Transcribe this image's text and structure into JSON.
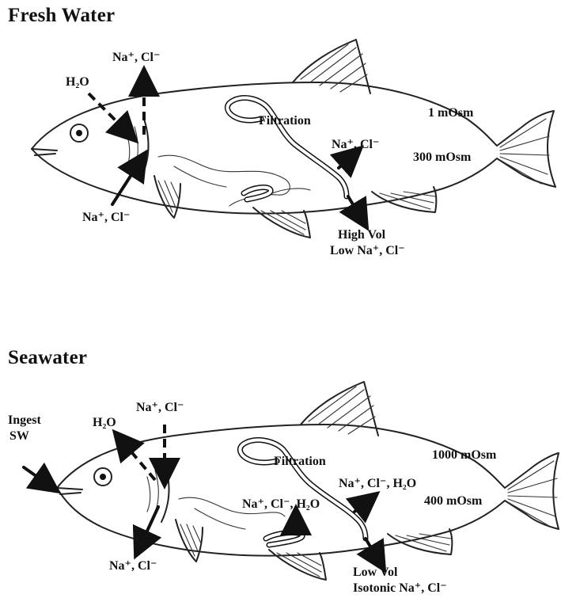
{
  "fresh_water": {
    "title": "Fresh Water",
    "gill_efflux": "Na⁺, Cl⁻",
    "water_influx": "H₂O",
    "gill_uptake": "Na⁺, Cl⁻",
    "filtration": "Filtration",
    "reabsorption": "Na⁺, Cl⁻",
    "external_osm": "1 mOsm",
    "internal_osm": "300 mOsm",
    "urine_line1": "High Vol",
    "urine_line2": "Low Na⁺, Cl⁻"
  },
  "seawater": {
    "title": "Seawater",
    "ingest_line1": "Ingest",
    "ingest_line2": "SW",
    "water_efflux": "H₂O",
    "gill_influx": "Na⁺, Cl⁻",
    "gill_excretion": "Na⁺, Cl⁻",
    "filtration": "Filtration",
    "gut_absorption": "Na⁺, Cl⁻, H₂O",
    "kidney_reabsorption": "Na⁺, Cl⁻, H₂O",
    "external_osm": "1000 mOsm",
    "internal_osm": "400 mOsm",
    "urine_line1": "Low Vol",
    "urine_line2": "Isotonic Na⁺, Cl⁻"
  }
}
